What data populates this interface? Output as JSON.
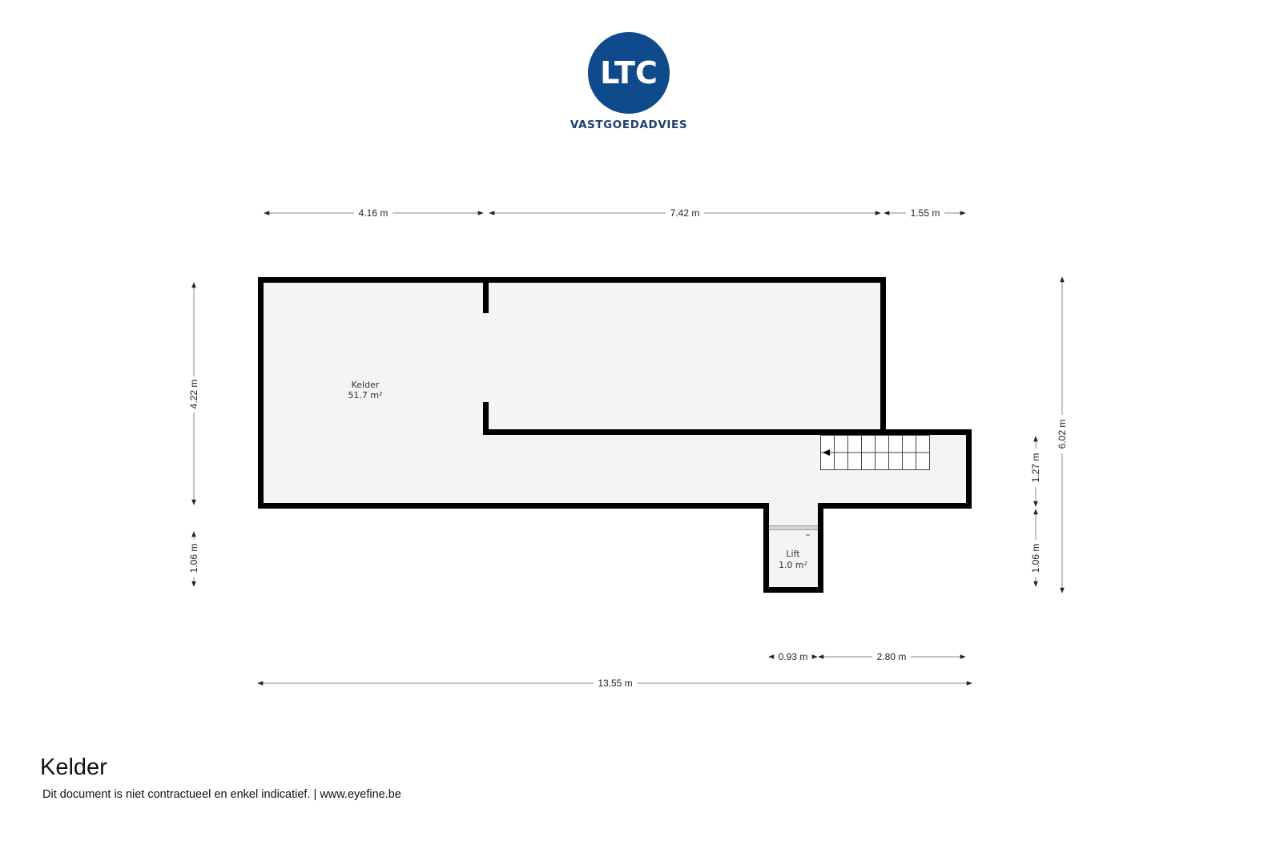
{
  "logo": {
    "mark": "LTC",
    "subtitle": "VASTGOEDADVIES",
    "brand_color": "#0f4b8c"
  },
  "plan": {
    "wall_color": "#000000",
    "floor_color": "#f4f4f4",
    "rooms": [
      {
        "name": "Kelder",
        "area": "51.7 m²"
      },
      {
        "name": "Lift",
        "area": "1.0 m²"
      }
    ],
    "dimensions": {
      "top": [
        "4.16 m",
        "7.42 m",
        "1.55 m"
      ],
      "left": [
        "4.22 m",
        "1.06 m"
      ],
      "right_inner": [
        "1.27 m",
        "1.06 m"
      ],
      "right_outer": "6.02 m",
      "bottom_inner": [
        "0.93 m",
        "2.80 m"
      ],
      "bottom_total": "13.55 m"
    }
  },
  "footer": {
    "title": "Kelder",
    "note": "Dit document is niet contractueel en enkel indicatief. | www.eyefine.be"
  }
}
